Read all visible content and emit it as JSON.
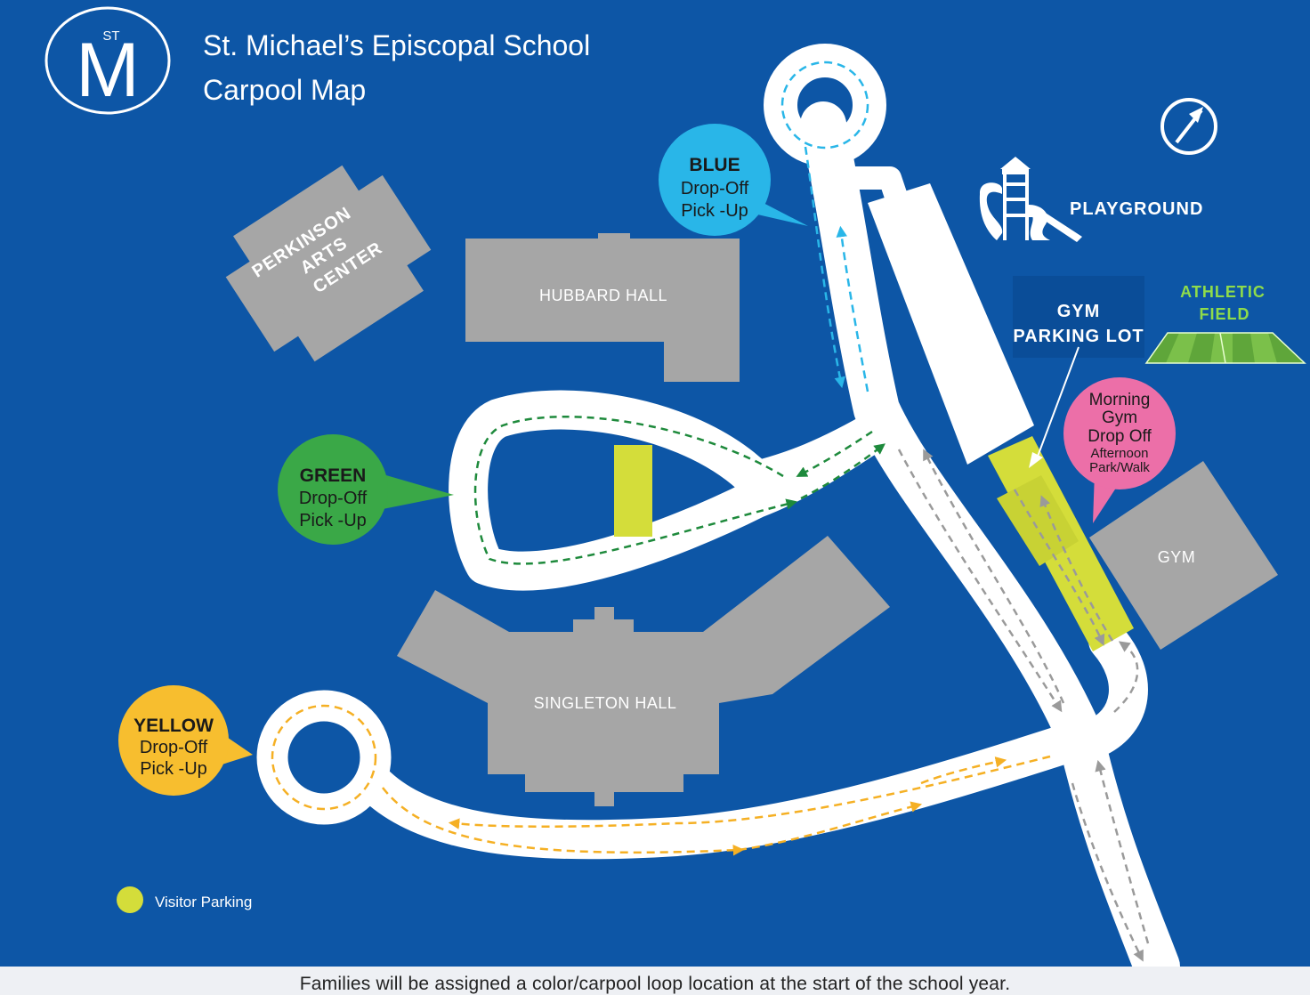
{
  "header": {
    "logo_letter": "M",
    "logo_superscript": "ST",
    "title_line1": "St. Michael’s Episcopal School",
    "title_line2": "Carpool Map"
  },
  "buildings": {
    "perkinson_line1": "PERKINSON",
    "perkinson_line2": "ARTS",
    "perkinson_line3": "CENTER",
    "hubbard": "HUBBARD HALL",
    "singleton": "SINGLETON HALL",
    "gym": "GYM"
  },
  "places": {
    "playground": "PLAYGROUND",
    "athletic_line1": "ATHLETIC",
    "athletic_line2": "FIELD",
    "gym_lot_line1": "GYM",
    "gym_lot_line2": "PARKING LOT"
  },
  "callouts": {
    "blue": {
      "title": "BLUE",
      "line1": "Drop-Off",
      "line2": "Pick -Up",
      "color": "#29b6e8"
    },
    "green": {
      "title": "GREEN",
      "line1": "Drop-Off",
      "line2": "Pick -Up",
      "color": "#3aa847"
    },
    "yellow": {
      "title": "YELLOW",
      "line1": "Drop-Off",
      "line2": "Pick -Up",
      "color": "#f7be2f"
    },
    "gym": {
      "line1": "Morning",
      "line2": "Gym",
      "line3": "Drop Off",
      "line4": "Afternoon",
      "line5": "Park/Walk",
      "color": "#ec6fa8"
    }
  },
  "legend": {
    "visitor_parking": "Visitor Parking",
    "color": "#d4dd3a"
  },
  "footer": {
    "note": "Families will be assigned a color/carpool loop location at the start of the school year."
  },
  "colors": {
    "background": "#0d56a6",
    "road": "#ffffff",
    "building": "#a6a6a6",
    "blue_route": "#29b6e8",
    "green_route": "#1e8a3c",
    "yellow_route": "#f5b024",
    "gray_route": "#9a9a9a",
    "athletic_text": "#8fdc4a"
  },
  "icons": [
    "north-arrow-icon",
    "playground-icon",
    "athletic-field-icon"
  ]
}
